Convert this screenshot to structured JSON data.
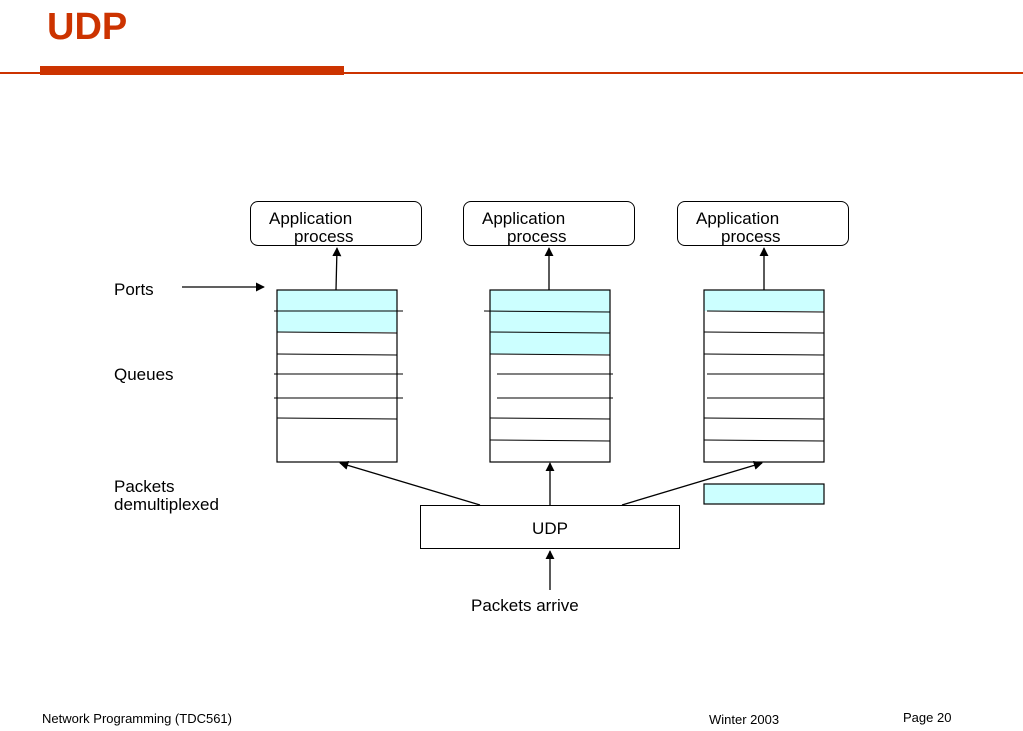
{
  "title": "UDP",
  "apps": [
    {
      "line1": "Application",
      "line2": "process"
    },
    {
      "line1": "Application",
      "line2": "process"
    },
    {
      "line1": "Application",
      "line2": "process"
    }
  ],
  "labels": {
    "ports": "Ports",
    "queues": "Queues",
    "packets_demux_line1": "Packets",
    "packets_demux_line2": "demultiplexed",
    "udp": "UDP",
    "packets_arrive": "Packets arrive"
  },
  "footer": {
    "course": "Network Programming (TDC561)",
    "term": "Winter 2003",
    "page": "Page 20"
  },
  "colors": {
    "accent": "#cc3300",
    "queue_fill": "#ccffff"
  }
}
